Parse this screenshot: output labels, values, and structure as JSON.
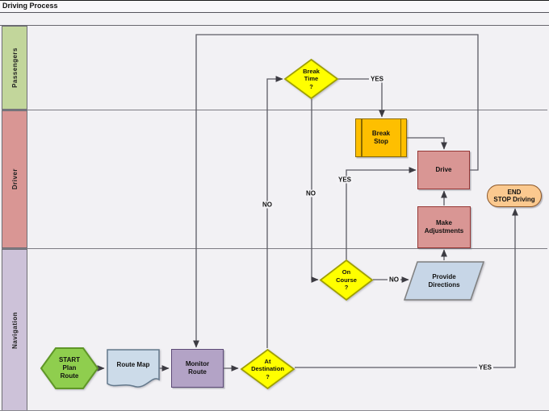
{
  "title": "Driving Process",
  "lanes": {
    "passengers": {
      "label": "Passengers",
      "color": "#c2d69b"
    },
    "driver": {
      "label": "Driver",
      "color": "#d99694"
    },
    "navigation": {
      "label": "Navigation",
      "color": "#cdc2d9"
    }
  },
  "shapes": {
    "start": {
      "label": "START\nPlan\nRoute",
      "fill": "#8fce4e"
    },
    "route_map": {
      "label": "Route Map",
      "fill": "#ccdbe9"
    },
    "monitor_route": {
      "label": "Monitor\nRoute",
      "fill": "#b3a3c6"
    },
    "at_destination": {
      "label": "At\nDestination\n?",
      "fill": "#ffff00"
    },
    "break_time": {
      "label": "Break\nTime\n?",
      "fill": "#ffff00"
    },
    "break_stop": {
      "label": "Break\nStop",
      "fill": "#febf00"
    },
    "drive": {
      "label": "Drive",
      "fill": "#d99694"
    },
    "make_adjustments": {
      "label": "Make\nAdjustments",
      "fill": "#d99694"
    },
    "on_course": {
      "label": "On\nCourse\n?",
      "fill": "#ffff00"
    },
    "provide_directions": {
      "label": "Provide\nDirections",
      "fill": "#c7d6e7"
    },
    "end": {
      "label": "END\nSTOP Driving",
      "fill": "#fbc98f"
    }
  },
  "connector_labels": {
    "break_time_yes": "YES",
    "break_time_no": "NO",
    "at_destination_no": "NO",
    "at_destination_yes": "YES",
    "on_course_yes": "YES",
    "on_course_no": "NO"
  },
  "colors": {
    "line": "#5c5b63",
    "background": "#f2f1f4"
  }
}
